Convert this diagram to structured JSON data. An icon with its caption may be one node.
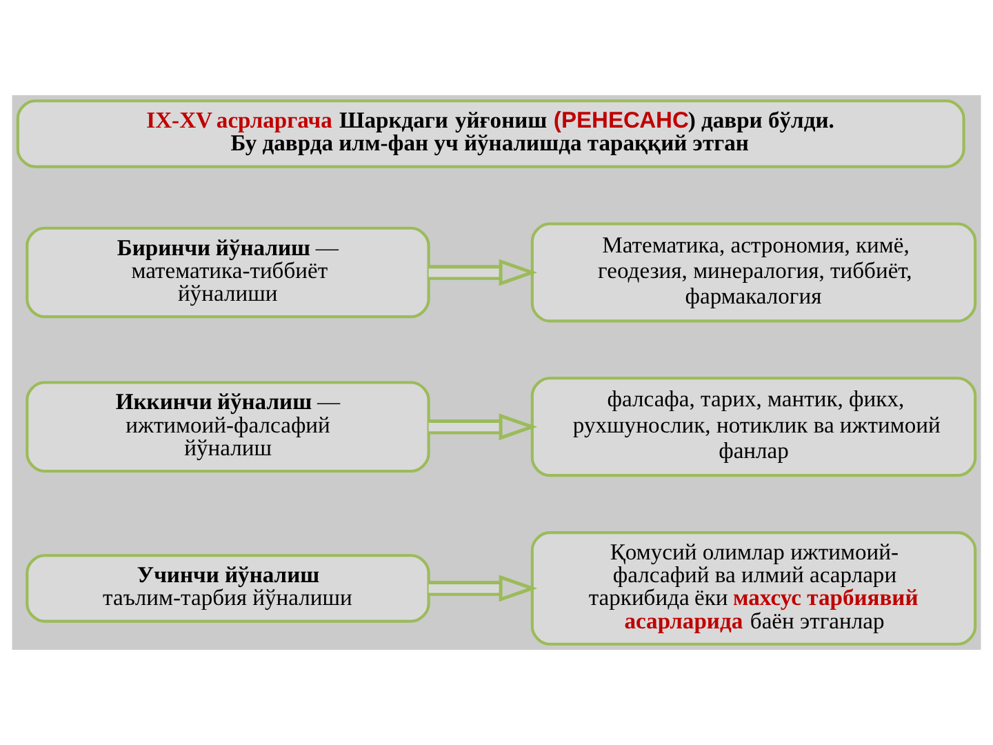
{
  "diagram": {
    "nodes": [
      {
        "text": [
          "**IX-XV асрларгача** Шаркдаги уйғониш **(РЕНЕСАНС**) даври бўлди. Бу даврда илм-фан уч йўналишда тараққий этган"
        ]
      },
      {
        "text": [
          "**Биринчи йўналиш** — математика-тиббиёт йўналиши"
        ]
      },
      {
        "text": [
          "Математика, астрономия, кимё, геодезия, минералогия, тиббиёт, фармакалогия"
        ]
      },
      {
        "text": [
          "**Иккинчи йўналиш** — ижтимоий-фалсафий йўналиш"
        ]
      },
      {
        "text": [
          "фалсафа, тарих, мантик, фикх, рухшунослик, нотиклик ва ижтимоий фанлар"
        ]
      },
      {
        "text": [
          "Учинчи йўналиш",
          "таълим-тарбия йўналиши"
        ]
      },
      {
        "text": [
          "Қомусий олимлар ижтимоий-фалсафий ва илмий асарлари таркибида ёки **махсус тарбиявий асарларида** баён этганлар"
        ]
      }
    ],
    "edges": [
      {
        "from": 1,
        "to": 2,
        "arrow": "to"
      },
      {
        "from": 3,
        "to": 4,
        "arrow": "to"
      },
      {
        "from": 5,
        "to": 6,
        "arrow": "to"
      }
    ]
  }
}
